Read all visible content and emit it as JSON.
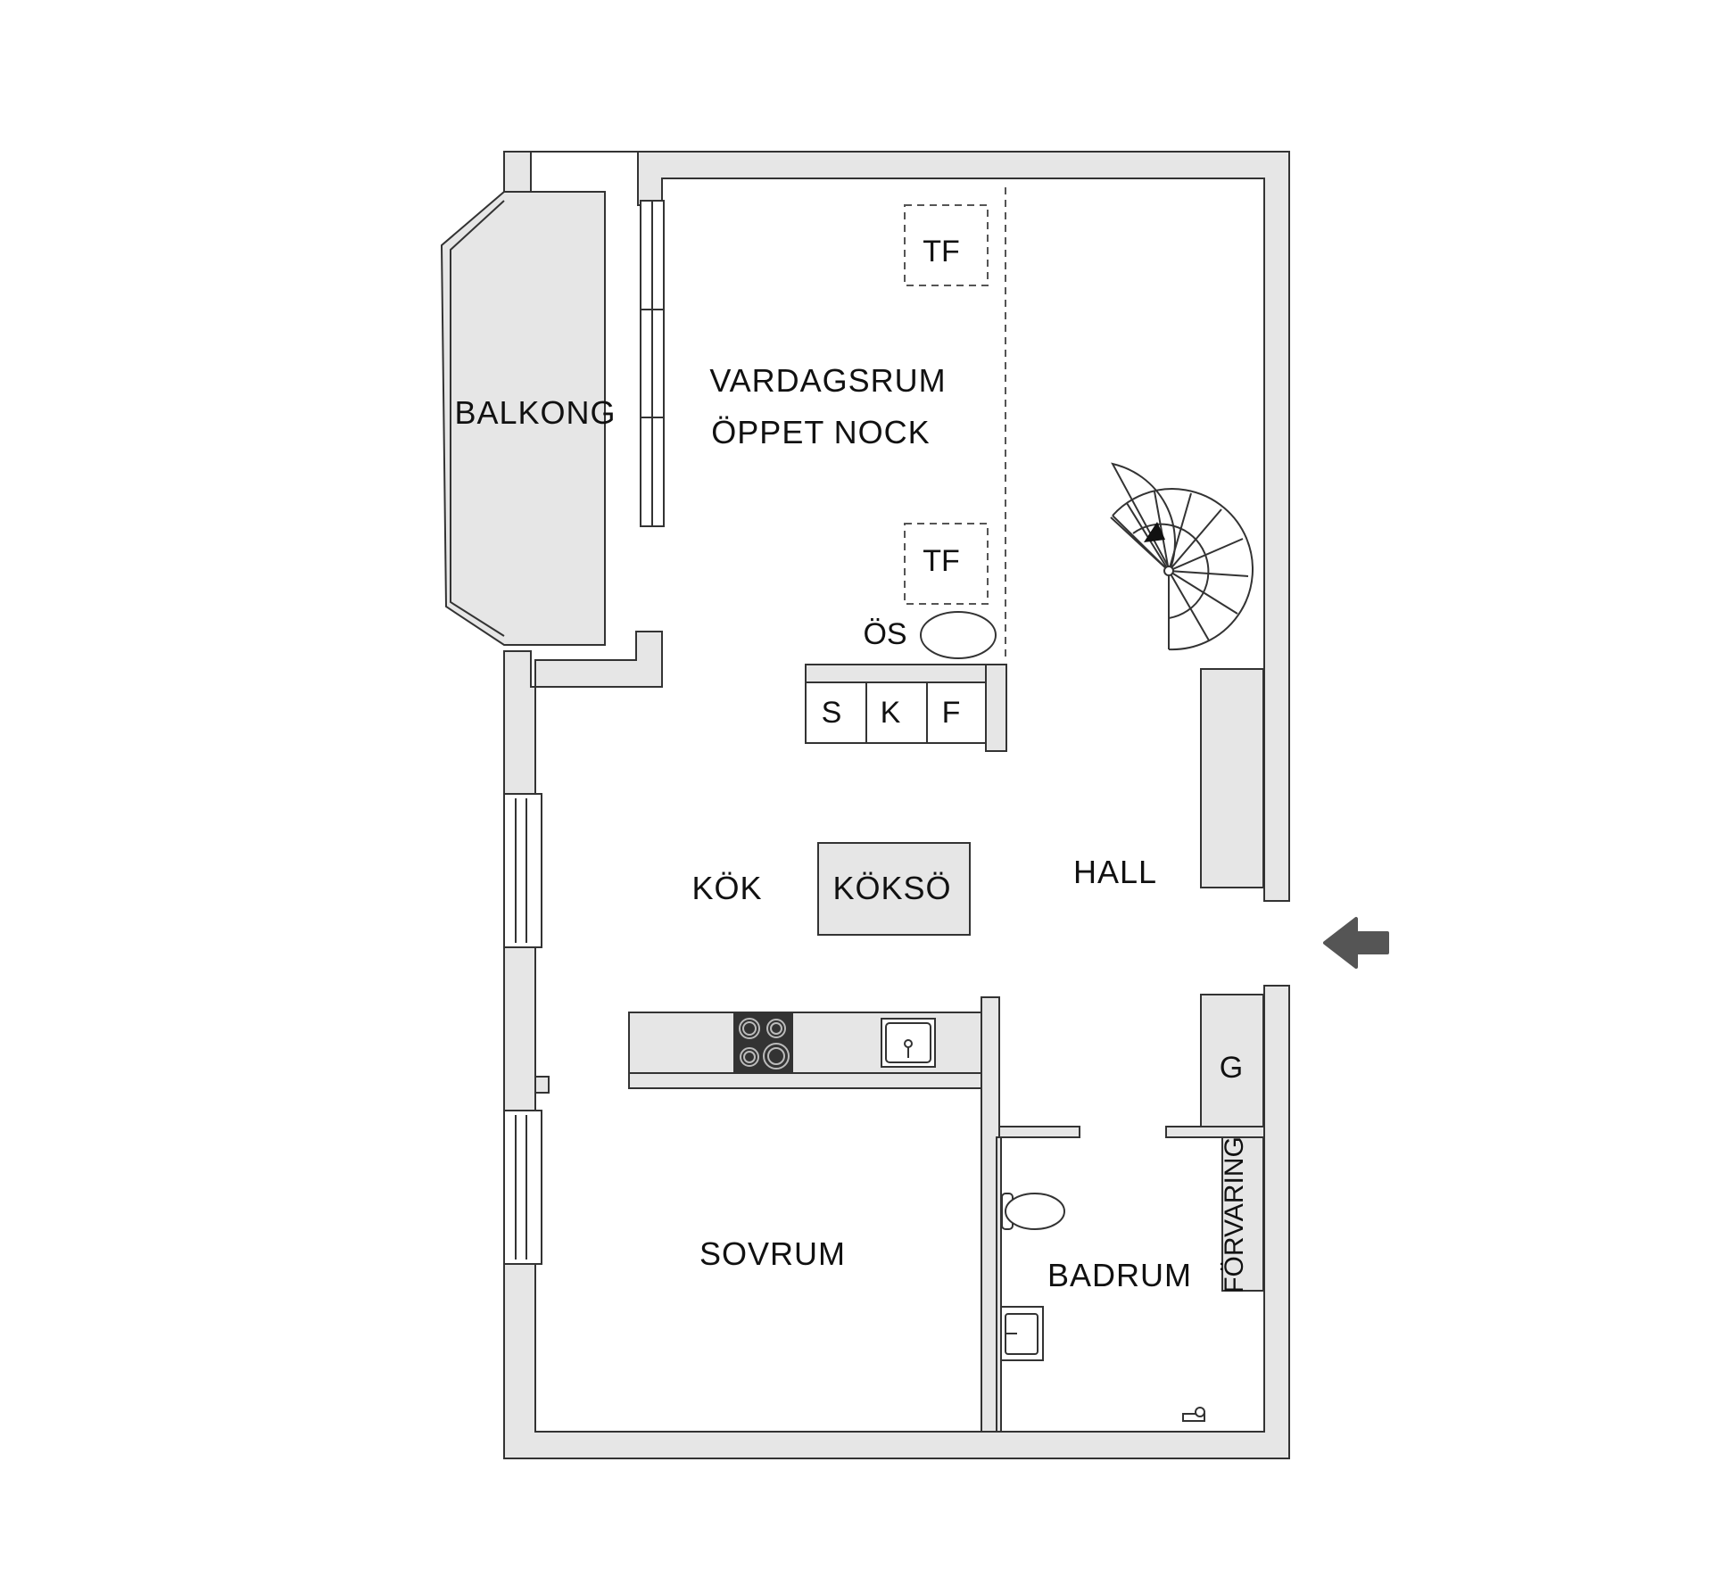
{
  "floorplan": {
    "rooms": {
      "balcony": "BALKONG",
      "living_room_line1": "VARDAGSRUM",
      "living_room_line2": "ÖPPET NOCK",
      "kitchen": "KÖK",
      "kitchen_island": "KÖKSÖ",
      "hall": "HALL",
      "bedroom": "SOVRUM",
      "bathroom": "BADRUM",
      "storage": "FÖRVARING"
    },
    "fixtures": {
      "skylight_top": "TF",
      "skylight_bottom": "TF",
      "fireplace": "ÖS",
      "cabinet_s": "S",
      "cabinet_k": "K",
      "cabinet_f": "F",
      "wardrobe_g": "G"
    },
    "colors": {
      "wall_fill": "#e6e6e6",
      "line": "#333333",
      "entrance_arrow": "#555555"
    }
  }
}
